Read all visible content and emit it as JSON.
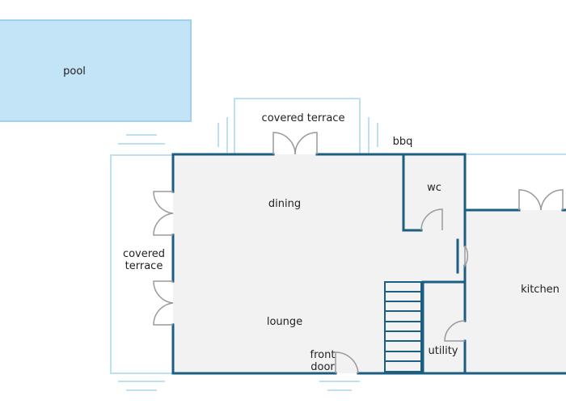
{
  "labels": {
    "pool": "pool",
    "covered_terrace_top": "covered terrace",
    "bbq": "bbq",
    "dining": "dining",
    "wc": "wc",
    "covered_terrace_left_1": "covered",
    "covered_terrace_left_2": "terrace",
    "kitchen": "kitchen",
    "lounge": "lounge",
    "front_door_1": "front",
    "front_door_2": "door",
    "utility": "utility"
  },
  "colors": {
    "wall": "#1b5e82",
    "outline": "#bfe0f2",
    "pool_fill": "#c3e3f7",
    "floor": "#f2f2f2",
    "door": "#9a9a9a",
    "text": "#222222"
  }
}
